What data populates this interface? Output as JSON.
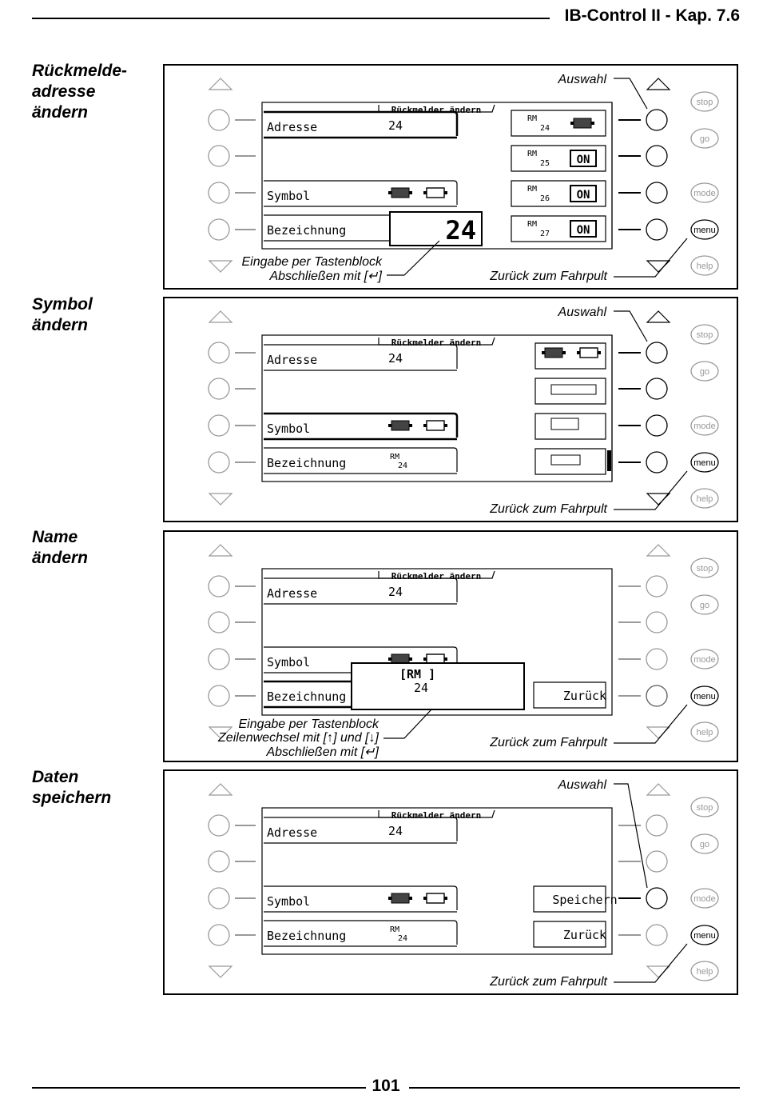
{
  "header": {
    "title": "IB-Control II - Kap. 7.6"
  },
  "footer": {
    "page_number": "101"
  },
  "sections": [
    {
      "title_line1": "Rückmelde-",
      "title_line2": "adresse",
      "title_line3": "ändern"
    },
    {
      "title_line1": "Symbol",
      "title_line2": "ändern"
    },
    {
      "title_line1": "Name",
      "title_line2": "ändern"
    },
    {
      "title_line1": "Daten",
      "title_line2": "speichern"
    }
  ],
  "device_buttons": {
    "stop": "stop",
    "go": "go",
    "mode": "mode",
    "menu": "menu",
    "help": "help"
  },
  "screen": {
    "title": "Rückmelder ändern",
    "adresse_label": "Adresse",
    "adresse_value": "24",
    "symbol_label": "Symbol",
    "bezeichnung_label": "Bezeichnung",
    "rm_label": "RM",
    "big_value": "24",
    "on_label": "ON",
    "rm_items": [
      "24",
      "25",
      "26",
      "27"
    ],
    "zurueck_label": "Zurück",
    "speichern_label": "Speichern",
    "edit_line1": "[RM       ]",
    "edit_line2": "24"
  },
  "captions": {
    "auswahl": "Auswahl",
    "zurueck_fahrpult": "Zurück zum Fahrpult",
    "p1_eingabe_line1": "Eingabe per Tastenblock",
    "p1_eingabe_line2": "Abschließen mit [↵]",
    "p3_eingabe_line1": "Eingabe per Tastenblock",
    "p3_eingabe_line2": "Zeilenwechsel mit [↑] und [↓]",
    "p3_eingabe_line3": "Abschließen mit [↵]"
  }
}
